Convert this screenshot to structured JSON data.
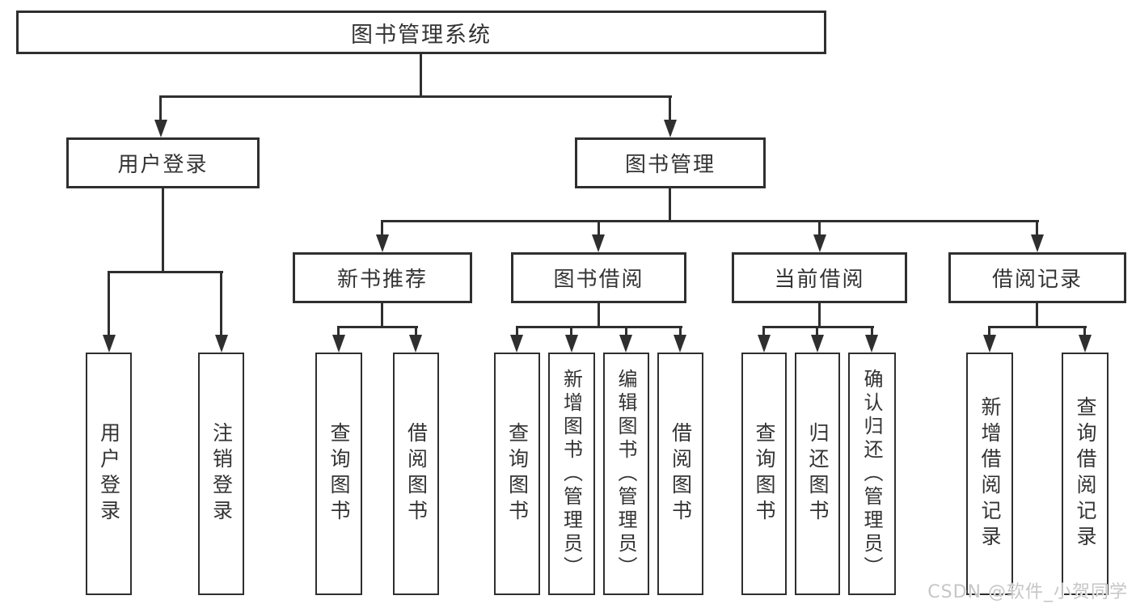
{
  "diagram": {
    "title": "图书管理系统",
    "level2": [
      {
        "label": "用户登录"
      },
      {
        "label": "图书管理"
      }
    ],
    "level3": [
      {
        "label": "新书推荐"
      },
      {
        "label": "图书借阅"
      },
      {
        "label": "当前借阅"
      },
      {
        "label": "借阅记录"
      }
    ],
    "leaves": {
      "user_login": [
        {
          "label": "用户登录"
        },
        {
          "label": "注销登录"
        }
      ],
      "new_book": [
        {
          "label": "查询图书"
        },
        {
          "label": "借阅图书"
        }
      ],
      "book_borrow": [
        {
          "label": "查询图书"
        },
        {
          "label": "新增图书（管理员）"
        },
        {
          "label": "编辑图书（管理员）"
        },
        {
          "label": "借阅图书"
        }
      ],
      "current_borrow": [
        {
          "label": "查询图书"
        },
        {
          "label": "归还图书"
        },
        {
          "label": "确认归还（管理员）"
        }
      ],
      "borrow_record": [
        {
          "label": "新增借阅记录"
        },
        {
          "label": "查询借阅记录"
        }
      ]
    },
    "watermark": "CSDN @软件_小贺同学",
    "colors": {
      "line": "#2f2f2f",
      "text": "#333333",
      "background": "#ffffff",
      "watermark": "#c6c6c6"
    }
  }
}
